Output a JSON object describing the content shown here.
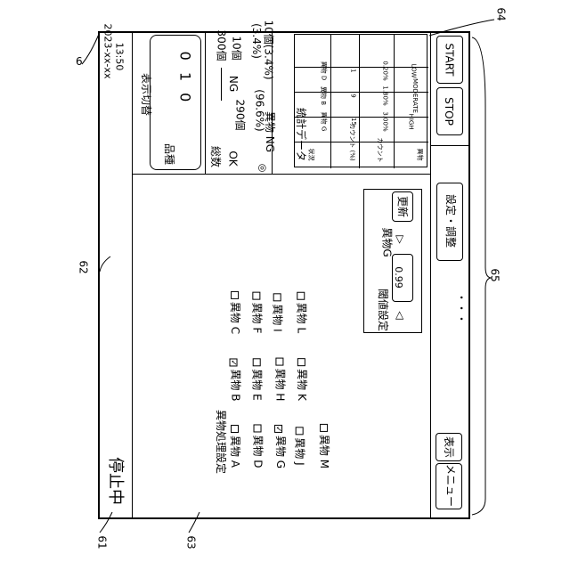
{
  "status_bar": {
    "status": "停止中",
    "menu_button": "メニュー",
    "display_button": "表示"
  },
  "header": {
    "date": "2023-xx-xx",
    "time": "13:50"
  },
  "display_panel": {
    "toggle_label": "表示切替",
    "product_label": "品種",
    "product_value": "0 1 0",
    "total_label": "総数",
    "total_value": "300個",
    "ok_label": "OK",
    "ok_count": "290個",
    "ok_rate": "(96.6%)",
    "ng_label": "NG",
    "ng_count": "10個",
    "ng_rate": "(3.4%)",
    "foreign_marker": "◎",
    "foreign_ng_label": "異物 NG",
    "foreign_ng_value": "10個(3.4%)"
  },
  "stats": {
    "title": "統計データ",
    "headers": [
      "異物",
      "カウント",
      "カウント (%)",
      "状況"
    ],
    "rows": [
      [
        "異物 G",
        "15",
        "3.00%",
        "HIGH"
      ],
      [
        "異物 B",
        "9",
        "1.80%",
        "MODERATE"
      ],
      [
        "異物 D",
        "1",
        "0.20%",
        "LOW"
      ]
    ]
  },
  "buttons": {
    "start": "START",
    "stop": "STOP",
    "settings": "設定・調整",
    "ellipsis": "・・・"
  },
  "foreign_settings": {
    "title": "異物処理設定",
    "items": [
      {
        "label": "異物 A",
        "checked": false
      },
      {
        "label": "異物 B",
        "checked": true
      },
      {
        "label": "異物 C",
        "checked": false
      },
      {
        "label": "異物 D",
        "checked": false
      },
      {
        "label": "異物 E",
        "checked": false
      },
      {
        "label": "異物 F",
        "checked": false
      },
      {
        "label": "異物 G",
        "checked": true
      },
      {
        "label": "異物 H",
        "checked": false
      },
      {
        "label": "異物 I",
        "checked": false
      },
      {
        "label": "異物 J",
        "checked": false
      },
      {
        "label": "異物 K",
        "checked": false
      },
      {
        "label": "異物 L",
        "checked": false
      },
      {
        "label": "異物 M",
        "checked": false
      }
    ]
  },
  "threshold": {
    "label": "閾値設定",
    "target": "異物G",
    "value": "0.99",
    "update_button": "更新"
  },
  "refs": {
    "r6": "6",
    "r61": "61",
    "r62": "62",
    "r63": "63",
    "r64": "64",
    "r65": "65"
  }
}
